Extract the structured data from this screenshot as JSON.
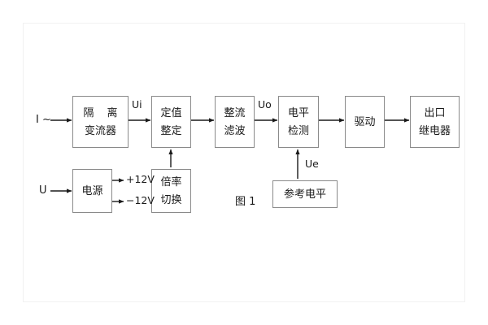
{
  "figure": {
    "caption": "图 1",
    "border_color": "#8a8a8a",
    "text_color": "#1a1a1a",
    "background": "#ffffff"
  },
  "blocks": {
    "isolation_ct": {
      "line1": "隔 离",
      "line2": "变流器"
    },
    "setting": {
      "line1": "定值",
      "line2": "整定"
    },
    "rectify_filter": {
      "line1": "整流",
      "line2": "滤波"
    },
    "level_detect": {
      "line1": "电平",
      "line2": "检测"
    },
    "drive": {
      "line1": "驱动",
      "line2": ""
    },
    "output_relay": {
      "line1": "出口",
      "line2": "继电器"
    },
    "power_supply": {
      "line1": "电源",
      "line2": ""
    },
    "ratio_switch": {
      "line1": "倍率",
      "line2": "切换"
    },
    "reference": {
      "line1": "参考电平",
      "line2": ""
    }
  },
  "signals": {
    "input_current": "I ~",
    "input_voltage": "U",
    "ui": "Ui",
    "uo": "Uo",
    "ue": "Ue",
    "rail_pos": "+12V",
    "rail_neg": "−12V"
  }
}
